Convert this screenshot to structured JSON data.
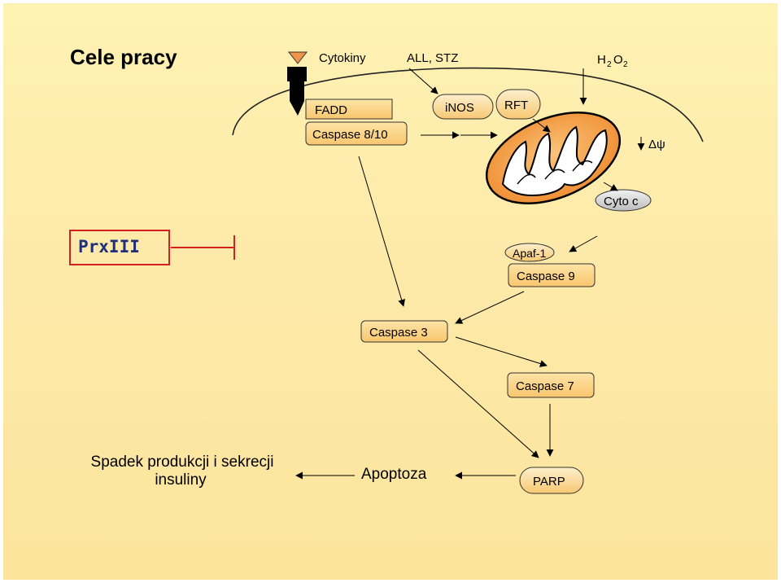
{
  "slide": {
    "title": "Cele pracy",
    "inputs": {
      "cytokiny": "Cytokiny",
      "all_stz": "ALL, STZ",
      "h2o2": {
        "h": "H",
        "sub1": "2",
        "o": "O",
        "sub2": "2"
      }
    },
    "nodes": {
      "fadd": "FADD",
      "caspase_8_10": "Caspase 8/10",
      "inos": "iNOS",
      "rft": "RFT",
      "delta_psi": "Δψ",
      "cyto_c": "Cyto c",
      "prxiii": "PrxIII",
      "apaf1": "Apaf-1",
      "caspase9": "Caspase 9",
      "caspase3": "Caspase 3",
      "caspase7": "Caspase 7",
      "parp": "PARP",
      "apoptoza": "Apoptoza",
      "outcome_line1": "Spadek produkcji i sekrecji",
      "outcome_line2": "insuliny"
    },
    "colors": {
      "box_fill": "#fcd48a",
      "prx_border": "#d42020",
      "prx_text": "#1f2f7a",
      "mito_fill": "#f6a64a",
      "receptor": "#000000",
      "ligand": "#f0944a"
    }
  }
}
